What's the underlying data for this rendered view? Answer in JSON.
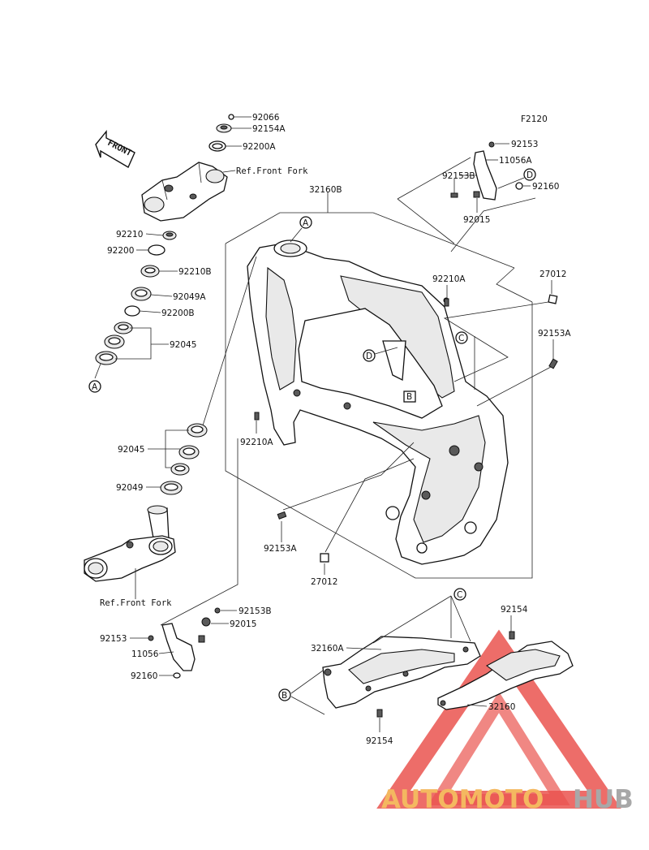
{
  "figure_code": "F2120",
  "front_tag": "FRONT",
  "callouts": {
    "A_top": "A",
    "A_left": "A",
    "B_frame": "B",
    "B_bottom": "B",
    "C_frame": "C",
    "C_bottom": "C",
    "D_frame": "D",
    "D_bracket": "D"
  },
  "parts": {
    "p92066": "92066",
    "p92154A": "92154A",
    "p92200A": "92200A",
    "ref_front_fork_top": "Ref.Front Fork",
    "p92210": "92210",
    "p92200": "92200",
    "p92210B": "92210B",
    "p92049A": "92049A",
    "p92200B": "92200B",
    "p92045_top": "92045",
    "p32160B": "32160B",
    "p92153_top": "92153",
    "p11056A": "11056A",
    "p92153B_top": "92153B",
    "p92160_top": "92160",
    "p92015_top": "92015",
    "p92210A_top": "92210A",
    "p27012_top": "27012",
    "p92153A_right": "92153A",
    "p92210A_mid": "92210A",
    "p92045_low": "92045",
    "p92049": "92049",
    "p92153A_low": "92153A",
    "p27012_low": "27012",
    "ref_front_fork_low": "Ref.Front Fork",
    "p92153B_low": "92153B",
    "p92015_low": "92015",
    "p92153_low": "92153",
    "p11056": "11056",
    "p92160_low": "92160",
    "p92154_top": "92154",
    "p32160A": "32160A",
    "p32160": "32160",
    "p92154_low": "92154"
  },
  "watermark": {
    "part1": "AUTOMOTO",
    "part2": "HUB",
    "color1": "#f4b860",
    "color2": "#a8a8a8",
    "logo_color": "#e8413c"
  }
}
